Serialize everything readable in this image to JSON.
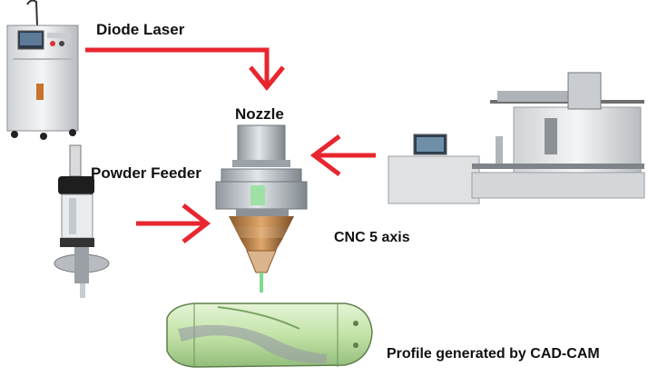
{
  "labels": {
    "diode_laser": "Diode Laser",
    "nozzle": "Nozzle",
    "powder_feeder": "Powder Feeder",
    "cnc": "CNC 5 axis",
    "profile": "Profile generated by CAD-CAM"
  },
  "colors": {
    "arrow": "#e8262f",
    "machine_body": "#e6e6e6",
    "nozzle_copper": "#c98a4a",
    "nozzle_metal": "#b9c0c6",
    "green_part": "#c8e6b0",
    "beam": "#7ddc8c"
  },
  "icons": [
    "diode-laser-unit-illustration",
    "powder-feeder-illustration",
    "nozzle-illustration",
    "cnc-machine-illustration",
    "cad-cam-part-illustration"
  ]
}
